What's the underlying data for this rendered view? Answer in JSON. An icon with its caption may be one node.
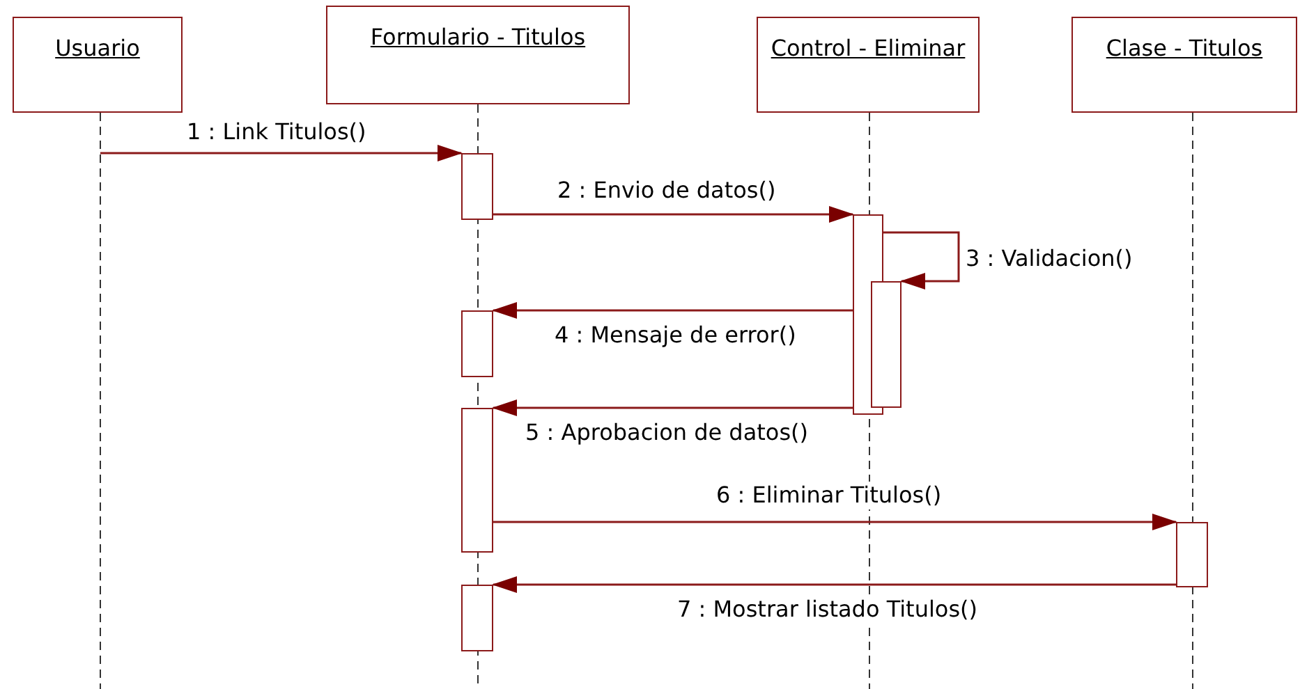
{
  "diagram": {
    "nodes": [
      {
        "text": [
          "Usuario"
        ]
      },
      {
        "text": [
          "Formulario - Titulos"
        ]
      },
      {
        "text": [
          "Control - Eliminar"
        ]
      },
      {
        "text": [
          "Clase - Titulos"
        ]
      },
      {
        "text": [],
        "shape": "bar"
      },
      {
        "text": [],
        "shape": "bar"
      },
      {
        "text": [],
        "shape": "bar"
      },
      {
        "text": [],
        "shape": "bar"
      },
      {
        "text": [],
        "shape": "bar"
      },
      {
        "text": [],
        "shape": "bar"
      },
      {
        "text": [],
        "shape": "bar"
      }
    ],
    "edges": [
      {
        "from": null,
        "to": 4,
        "arrow": "to",
        "label": "1 : Link Titulos()"
      },
      {
        "from": 4,
        "to": 5,
        "arrow": "to",
        "label": "2 : Envio de datos()"
      },
      {
        "from": 5,
        "to": 6,
        "arrow": "to",
        "label": "3 : Validacion()"
      },
      {
        "from": 5,
        "to": 7,
        "arrow": "to",
        "label": "4 : Mensaje de error()"
      },
      {
        "from": 5,
        "to": 8,
        "arrow": "to",
        "label": "5 : Aprobacion de datos()"
      },
      {
        "from": 8,
        "to": 9,
        "arrow": "to",
        "label": "6 : Eliminar Titulos()"
      },
      {
        "from": 9,
        "to": 10,
        "arrow": "to",
        "label": "7 : Mostrar listado Titulos()"
      }
    ]
  }
}
